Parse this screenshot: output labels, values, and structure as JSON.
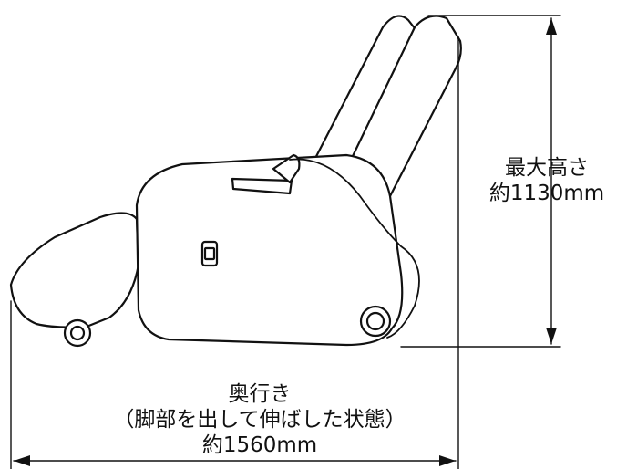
{
  "colors": {
    "line": "#111111",
    "background": "#ffffff"
  },
  "height_dimension": {
    "title": "最大高さ",
    "value": "約1130mm"
  },
  "depth_dimension": {
    "title": "奥行き",
    "note": "（脚部を出して伸ばした状態）",
    "value": "約1560mm"
  }
}
